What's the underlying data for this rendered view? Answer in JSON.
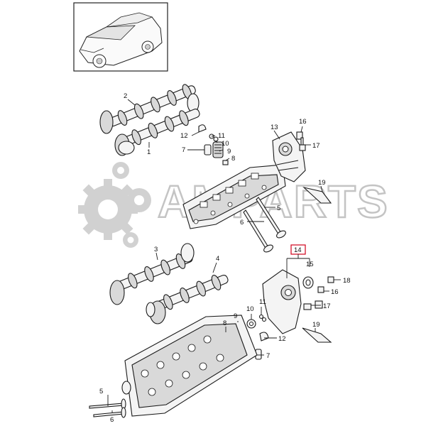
{
  "watermark": {
    "text": "AMPARTS"
  },
  "vehicle_thumbnail": {
    "icon": "car-icon"
  },
  "callouts": {
    "c1": "1",
    "c2": "2",
    "c3": "3",
    "c4": "4",
    "c5a": "5",
    "c5b": "5",
    "c6a": "6",
    "c6b": "6",
    "c7a": "7",
    "c7b": "7",
    "c8a": "8",
    "c8b": "8",
    "c9a": "9",
    "c9b": "9",
    "c10a": "10",
    "c10b": "10",
    "c11a": "11",
    "c11b": "11",
    "c12a": "12",
    "c12b": "12",
    "c13": "13",
    "c14": "14",
    "c15": "15",
    "c16a": "16",
    "c16b": "16",
    "c17a": "17",
    "c17b": "17",
    "c18": "18",
    "c19a": "19",
    "c19b": "19"
  },
  "highlight": {
    "part": "14",
    "color": "#d0021b"
  }
}
